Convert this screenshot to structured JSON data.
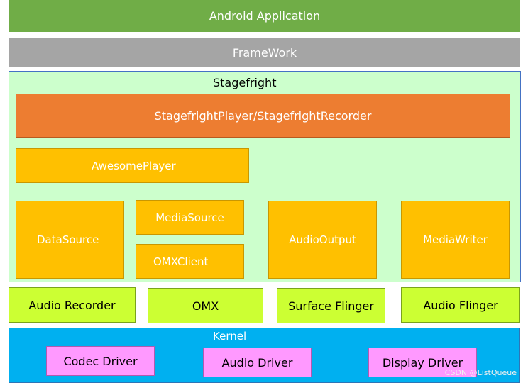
{
  "layers": {
    "android_application": "Android Application",
    "framework": "FrameWork",
    "stagefright": {
      "title": "Stagefright",
      "player_recorder": "StagefrightPlayer/StagefrightRecorder",
      "awesome_player": "AwesomePlayer",
      "data_source": "DataSource",
      "media_source": "MediaSource",
      "omx_client": "OMXClient",
      "audio_output": "AudioOutput",
      "media_writer": "MediaWriter"
    },
    "services": {
      "audio_recorder": "Audio Recorder",
      "omx": "OMX",
      "surface_flinger": "Surface Flinger",
      "audio_flinger": "Audio Flinger"
    },
    "kernel": {
      "title": "Kernel",
      "codec_driver": "Codec Driver",
      "audio_driver": "Audio Driver",
      "display_driver": "Display Driver"
    }
  },
  "watermark": "CSDN @ListQueue",
  "colors": {
    "android_application": "#70ad47",
    "framework": "#a5a5a5",
    "stagefright_bg": "#ccffcc",
    "player_recorder": "#ed7d31",
    "stagefright_components": "#ffc000",
    "services": "#ccff33",
    "kernel_bg": "#00b0f0",
    "drivers": "#ff99ff"
  }
}
